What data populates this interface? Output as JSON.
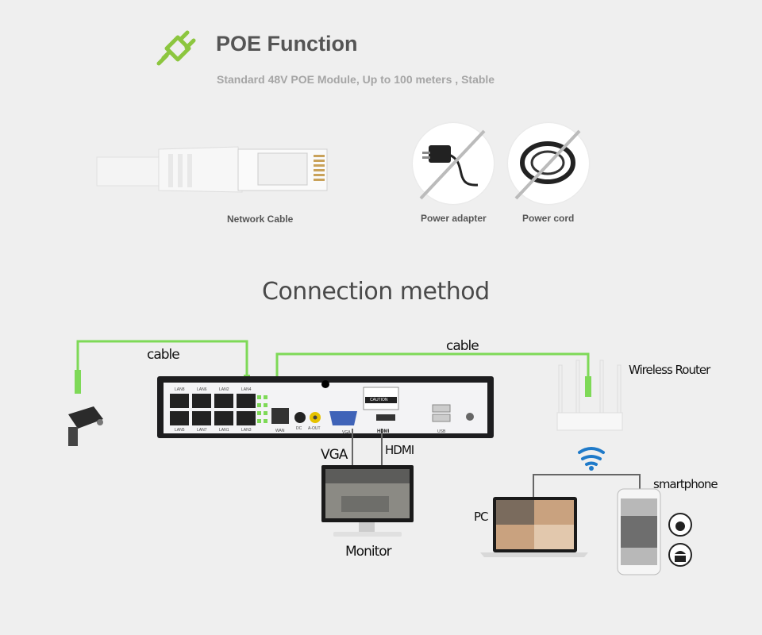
{
  "header": {
    "title": "POE Function",
    "subtitle": "Standard 48V POE Module,  Up to 100 meters ,  Stable",
    "icon": "plug-icon",
    "accent_color": "#8cc63f"
  },
  "items": {
    "network_cable": "Network Cable",
    "power_adapter": "Power adapter",
    "power_cord": "Power cord"
  },
  "connection": {
    "heading": "Connection method",
    "cable_left": "cable",
    "cable_right": "cable",
    "wireless_router": "Wireless Router",
    "vga": "VGA",
    "hdmi": "HDMI",
    "monitor": "Monitor",
    "pc": "PC",
    "smartphone": "smartphone",
    "cable_color": "#7ed957"
  },
  "nvr": {
    "ports_top": [
      "LAN8",
      "LAN6",
      "LAN2",
      "LAN4"
    ],
    "ports_bottom": [
      "LAN5",
      "LAN7",
      "LAN1",
      "LAN3"
    ],
    "wan": "WAN",
    "dc": "DC",
    "aout": "A-OUT",
    "vga": "VGA",
    "hdmi": "HDMI",
    "usb": "USB",
    "caution": "CAUTION"
  }
}
